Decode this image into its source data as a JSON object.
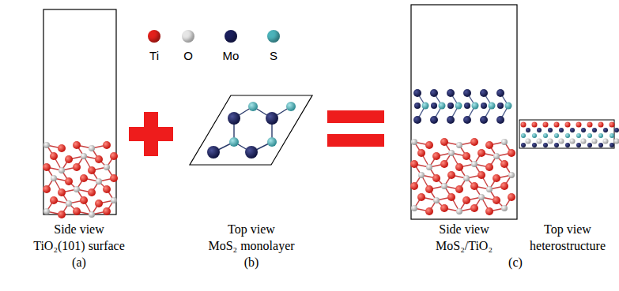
{
  "diagram": {
    "labels": [
      "Side view",
      "TiO₂(101) surface",
      "(a)",
      "Top view",
      "MoS₂ monolayer",
      "(b)",
      "Side view",
      "MoS₂/TiO₂",
      "Top view",
      "heterostructure",
      "(c)"
    ],
    "legend": [
      {
        "text": "Ti",
        "color": "#e3201b"
      },
      {
        "text": "O",
        "color": "#e6e6e6"
      },
      {
        "text": "Mo",
        "color": "#1b1f5c"
      },
      {
        "text": "S",
        "color": "#4bb3ba"
      }
    ]
  }
}
